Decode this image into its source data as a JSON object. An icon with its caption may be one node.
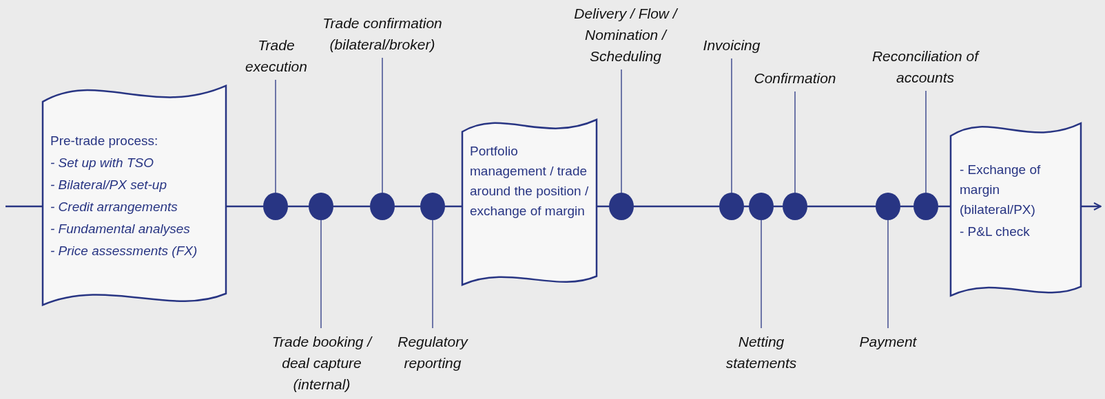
{
  "diagram": {
    "nodes": [
      {
        "text": [
          "Pre-trade process:",
          "- Set up with TSO",
          "- Bilateral/PX set-up",
          "- Credit arrangements",
          "- Fundamental analyses",
          "- Price assessments (FX)"
        ]
      },
      {
        "text": [],
        "shape": "circle"
      },
      {
        "text": [],
        "shape": "circle"
      },
      {
        "text": [],
        "shape": "circle"
      },
      {
        "text": [],
        "shape": "circle"
      },
      {
        "text": [
          "Portfolio management / trade around the position / exchange of margin"
        ]
      },
      {
        "text": [],
        "shape": "circle"
      },
      {
        "text": [],
        "shape": "circle"
      },
      {
        "text": [],
        "shape": "circle"
      },
      {
        "text": [],
        "shape": "circle"
      },
      {
        "text": [],
        "shape": "circle"
      },
      {
        "text": [],
        "shape": "circle"
      },
      {
        "text": [
          "- Exchange of margin (bilateral/PX)",
          "- P&L check"
        ]
      },
      {
        "text": [
          "Trade execution"
        ]
      },
      {
        "text": [
          "Trade booking / deal capture (internal)"
        ]
      },
      {
        "text": [
          "Trade confirmation (bilateral/broker)"
        ]
      },
      {
        "text": [
          "Regulatory reporting"
        ]
      },
      {
        "text": [
          "Delivery / Flow / Nomination / Scheduling"
        ]
      },
      {
        "text": [
          "Invoicing"
        ]
      },
      {
        "text": [
          "Netting statements"
        ]
      },
      {
        "text": [
          "Confirmation"
        ]
      },
      {
        "text": [
          "Payment"
        ]
      },
      {
        "text": [
          "Reconciliation of accounts"
        ]
      }
    ],
    "edges": [
      {
        "from": null,
        "to": 0,
        "arrow": "none"
      },
      {
        "from": 0,
        "to": 1,
        "arrow": "none"
      },
      {
        "from": 1,
        "to": 2,
        "arrow": "none"
      },
      {
        "from": 2,
        "to": 3,
        "arrow": "none"
      },
      {
        "from": 3,
        "to": 4,
        "arrow": "none"
      },
      {
        "from": 4,
        "to": 5,
        "arrow": "none"
      },
      {
        "from": 5,
        "to": 6,
        "arrow": "none"
      },
      {
        "from": 6,
        "to": 7,
        "arrow": "none"
      },
      {
        "from": 7,
        "to": 8,
        "arrow": "none"
      },
      {
        "from": 8,
        "to": 9,
        "arrow": "none"
      },
      {
        "from": 9,
        "to": 10,
        "arrow": "none"
      },
      {
        "from": 10,
        "to": 11,
        "arrow": "none"
      },
      {
        "from": 11,
        "to": 12,
        "arrow": "none"
      },
      {
        "from": 12,
        "to": null,
        "arrow": "to"
      },
      {
        "from": 13,
        "to": 1,
        "arrow": "none"
      },
      {
        "from": 14,
        "to": 2,
        "arrow": "none"
      },
      {
        "from": 15,
        "to": 3,
        "arrow": "none"
      },
      {
        "from": 16,
        "to": 4,
        "arrow": "none"
      },
      {
        "from": 17,
        "to": 6,
        "arrow": "none"
      },
      {
        "from": 18,
        "to": 7,
        "arrow": "none"
      },
      {
        "from": 19,
        "to": 8,
        "arrow": "none"
      },
      {
        "from": 20,
        "to": 9,
        "arrow": "none"
      },
      {
        "from": 21,
        "to": 10,
        "arrow": "none"
      },
      {
        "from": 22,
        "to": 11,
        "arrow": "none"
      }
    ]
  }
}
